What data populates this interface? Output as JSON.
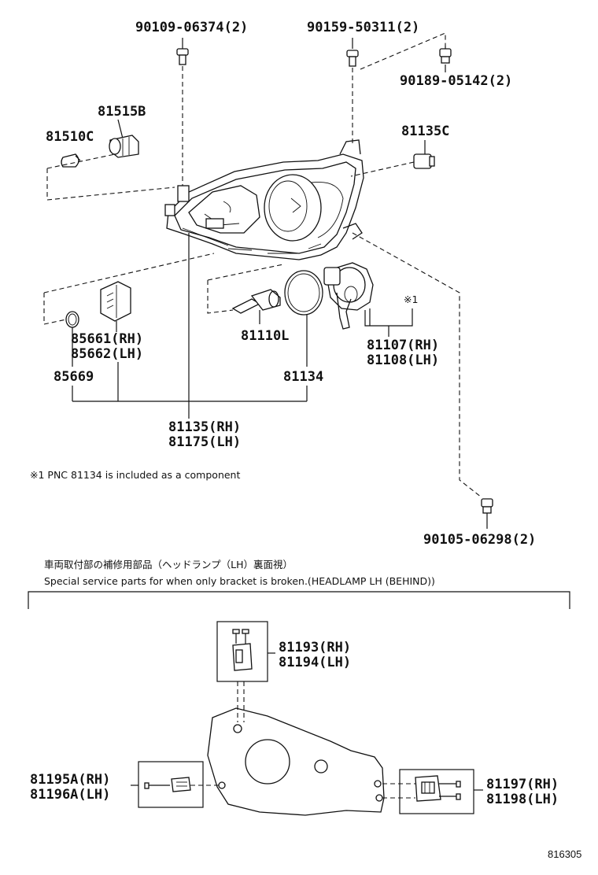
{
  "labels": {
    "bolt_a": "90109-06374(2)",
    "bolt_b": "90159-50311(2)",
    "nut": "90189-05142(2)",
    "bulb_b": "81515B",
    "bulb_c": "81510C",
    "socket_c": "81135C",
    "actuator_rh": "85661(RH)",
    "actuator_lh": "85662(LH)",
    "oring": "85669",
    "bulb_l": "81110L",
    "ring": "81134",
    "computer_rh": "81107(RH)",
    "computer_lh": "81108(LH)",
    "assy_rh": "81135(RH)",
    "assy_lh": "81175(LH)",
    "ref_mark": "※1",
    "bolt_c": "90105-06298(2)",
    "bracket_top_rh": "81193(RH)",
    "bracket_top_lh": "81194(LH)",
    "bracket_left_rh": "81195A(RH)",
    "bracket_left_lh": "81196A(LH)",
    "bracket_right_rh": "81197(RH)",
    "bracket_right_lh": "81198(LH)"
  },
  "notes": {
    "footnote": "※1 PNC 81134 is included as a component",
    "service_jp": "車両取付部の補修用部品（ヘッドランプ（LH）裏面視）",
    "service_en": "Special service parts for when only bracket is broken.(HEADLAMP LH (BEHIND))",
    "drawing_no": "816305"
  }
}
